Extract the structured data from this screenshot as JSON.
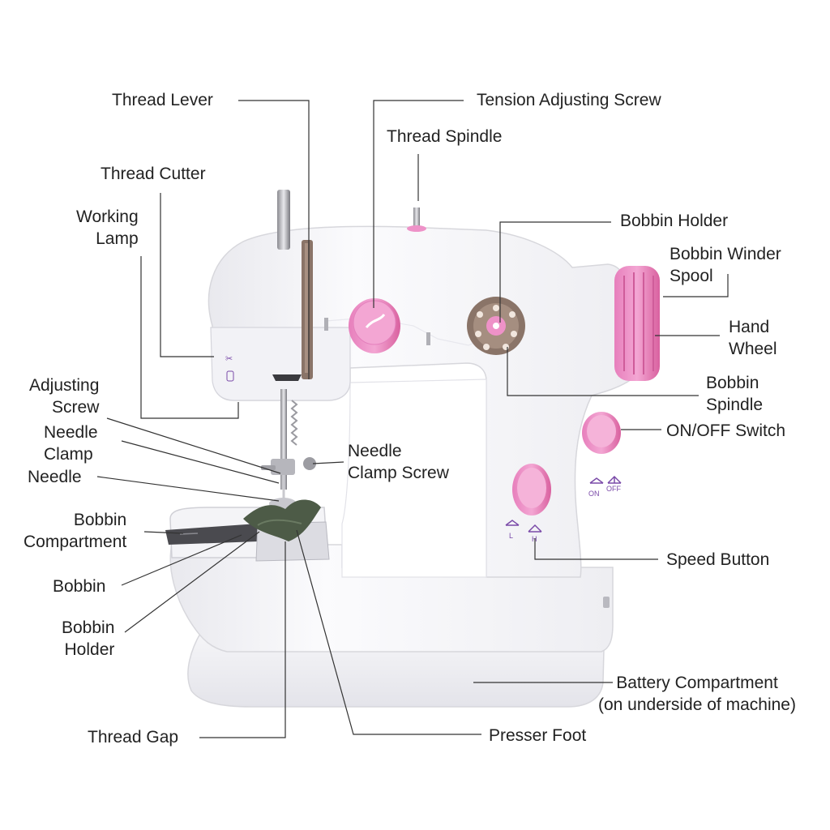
{
  "colors": {
    "body": "#f7f7f9",
    "outline": "#d7d7dc",
    "pink": "#ee92c8",
    "pink_dark": "#d96aab",
    "bronze": "#8a7468",
    "leader": "#333333"
  },
  "labels": {
    "thread_lever": "Thread Lever",
    "tension_adjusting_screw": "Tension Adjusting Screw",
    "thread_spindle": "Thread Spindle",
    "thread_cutter": "Thread Cutter",
    "working_lamp": "Working\nLamp",
    "bobbin_holder_top": "Bobbin Holder",
    "bobbin_winder_spool": "Bobbin Winder\nSpool",
    "hand_wheel": "Hand\nWheel",
    "bobbin_spindle": "Bobbin\nSpindle",
    "adjusting_screw": "Adjusting\nScrew",
    "needle_clamp": "Needle\nClamp",
    "needle_clamp_screw": "Needle\nClamp Screw",
    "needle": "Needle",
    "on_off_switch": "ON/OFF Switch",
    "bobbin_compartment": "Bobbin\nCompartment",
    "speed_button": "Speed Button",
    "bobbin": "Bobbin",
    "bobbin_holder_bottom": "Bobbin\nHolder",
    "battery_compartment": "Battery Compartment\n(on underside of machine)",
    "thread_gap": "Thread Gap",
    "presser_foot": "Presser Foot"
  },
  "markings": {
    "on": "ON",
    "off": "OFF",
    "low": "L",
    "high": "H"
  }
}
